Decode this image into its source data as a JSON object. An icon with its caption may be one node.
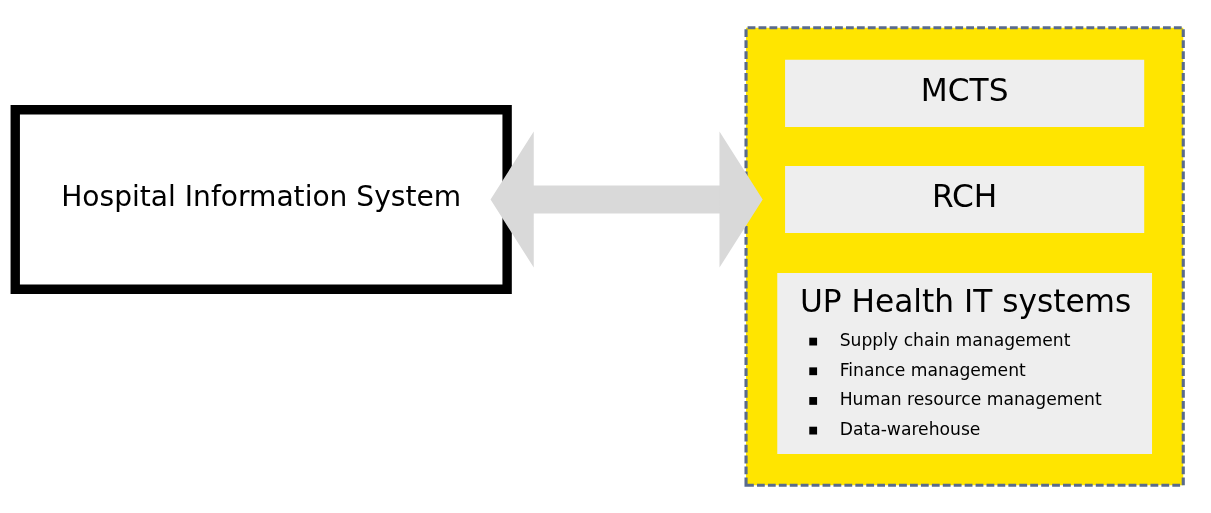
{
  "diagram": {
    "nodes": [
      {
        "text": [
          "Hospital Information System"
        ]
      },
      {
        "text": [],
        "shape": "box"
      },
      {
        "text": [
          "MCTS"
        ],
        "in": 1
      },
      {
        "text": [
          "RCH"
        ],
        "in": 1
      },
      {
        "text": [
          "UP Health IT systems",
          "Supply chain management",
          "Finance management",
          "Human resource management",
          "Data-warehouse"
        ],
        "in": 1
      }
    ],
    "edges": [
      {
        "from": 0,
        "to": 1,
        "arrow": "both"
      }
    ]
  }
}
